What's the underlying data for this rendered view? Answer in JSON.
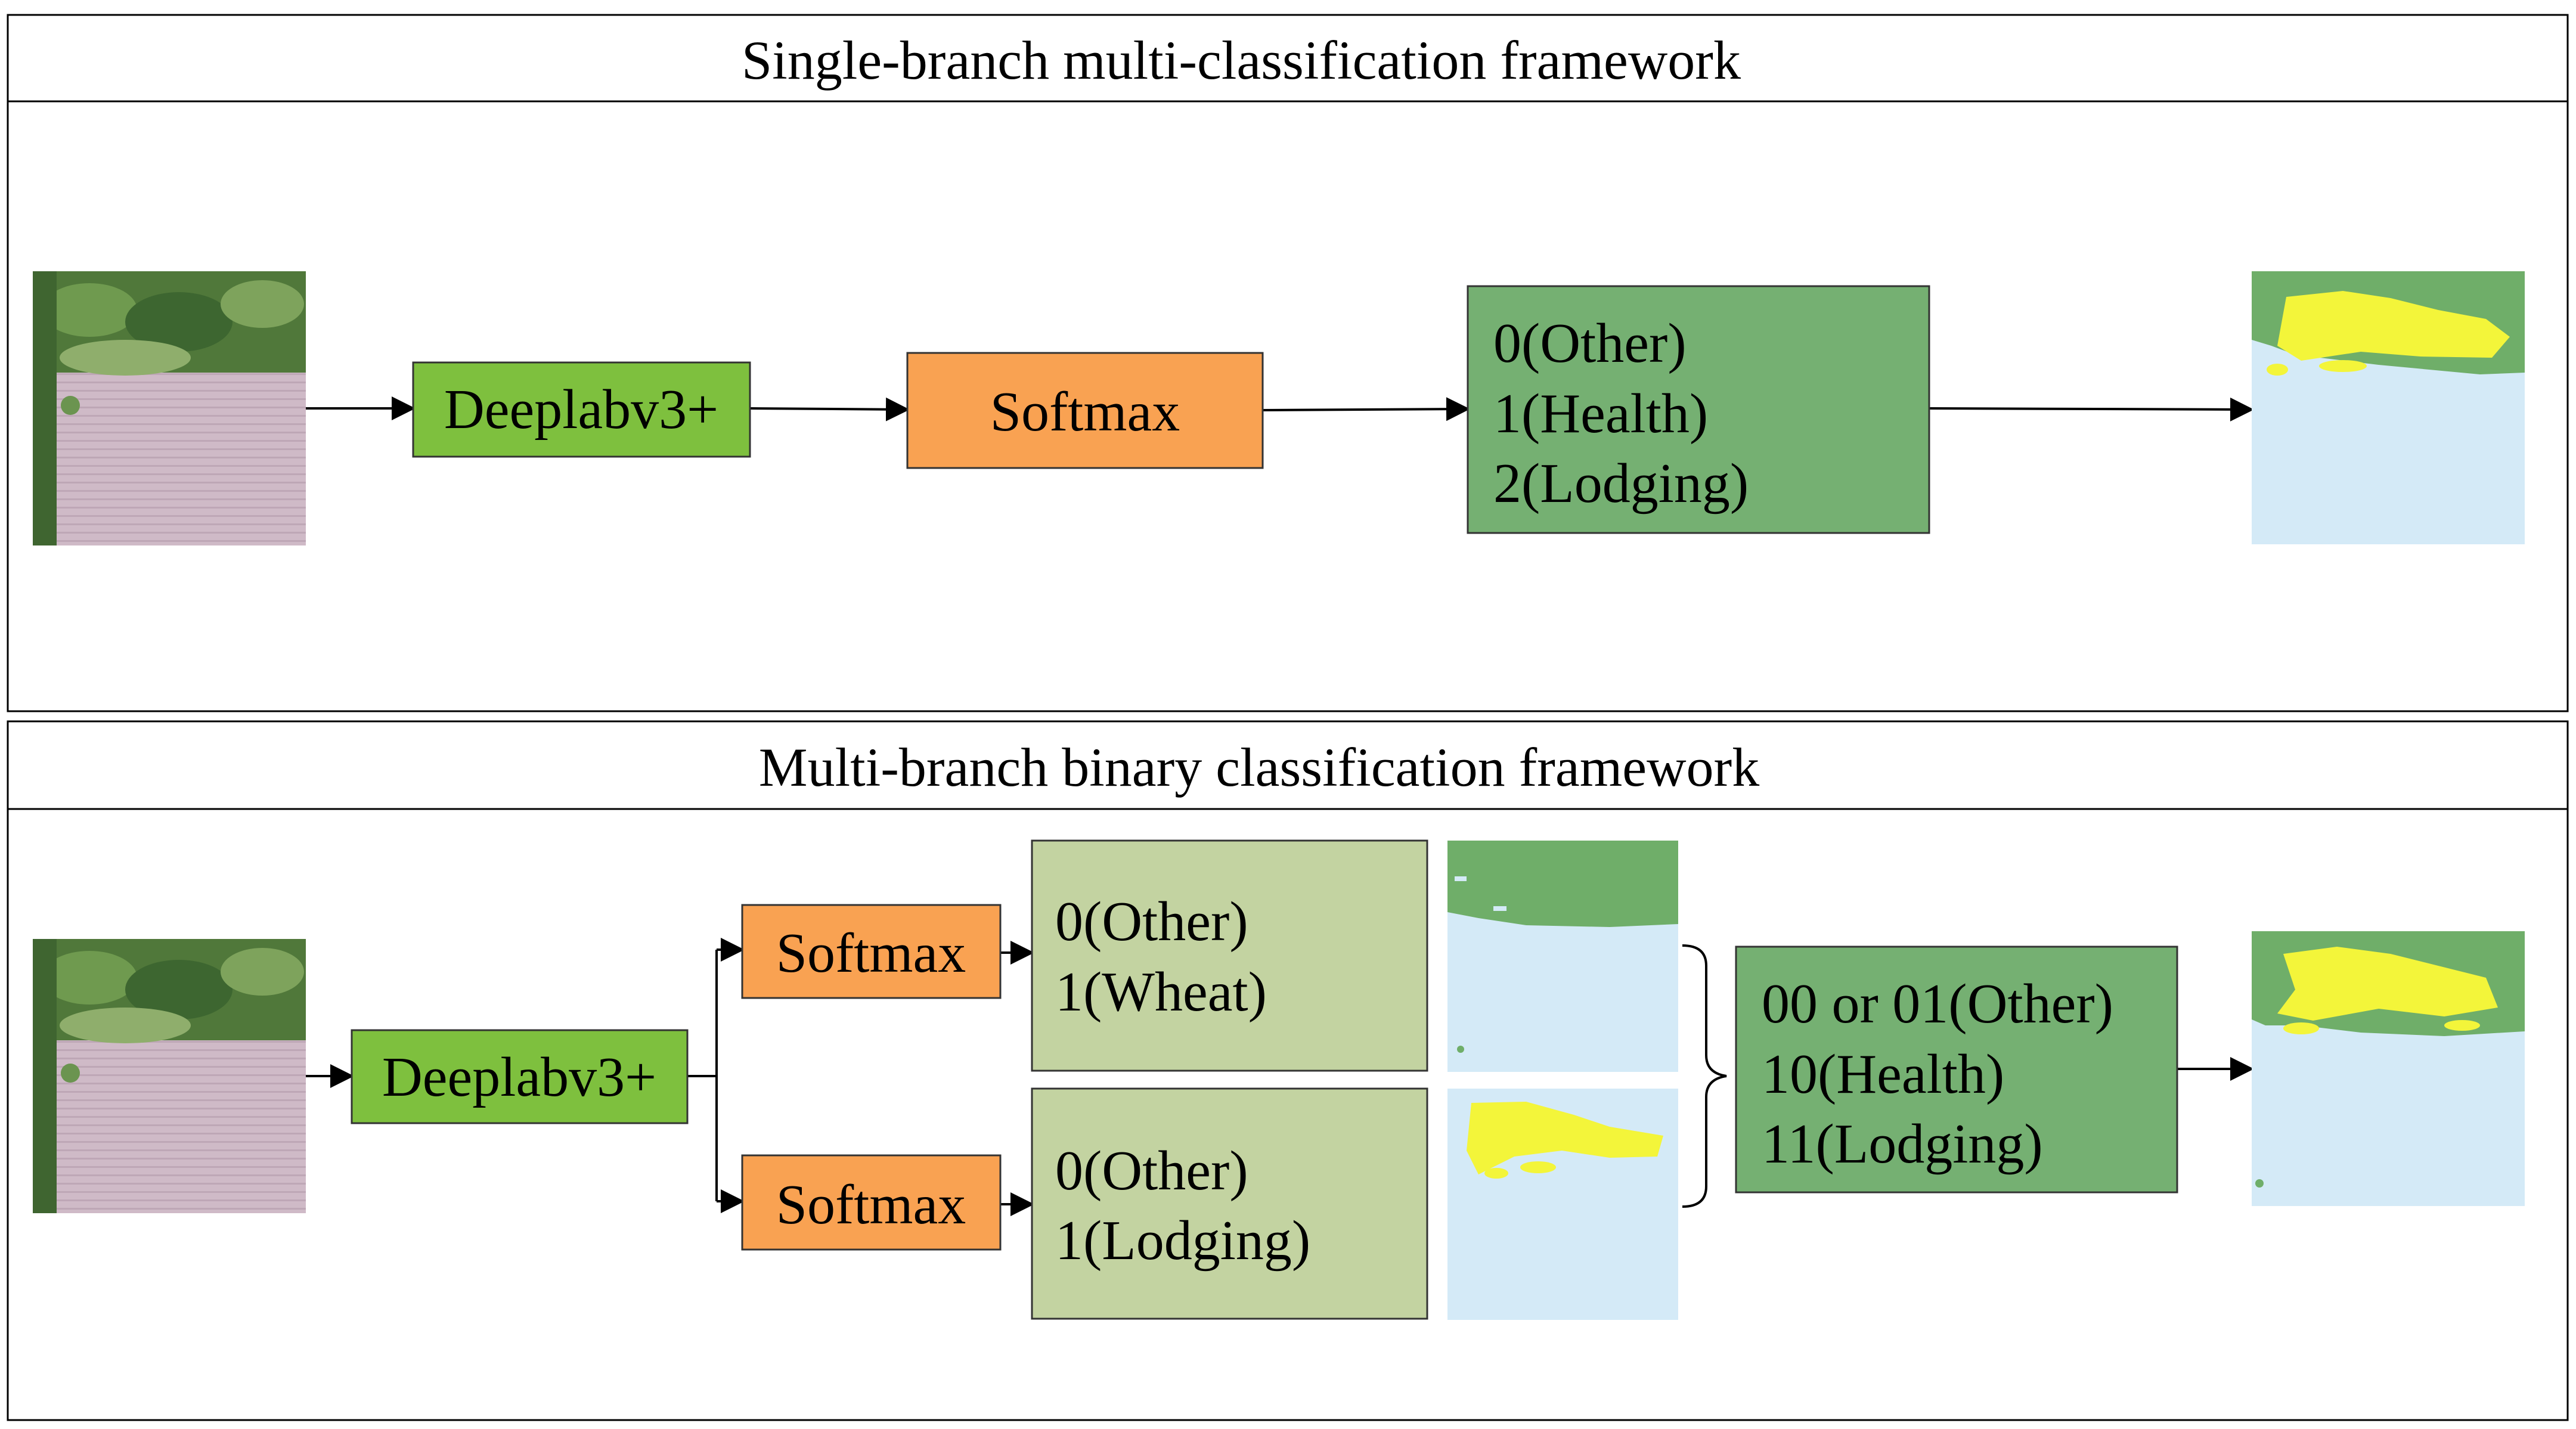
{
  "colors": {
    "deeplab_fill": "#7ec03e",
    "softmax_fill": "#f9a252",
    "class_fill_dark": "#75b072",
    "class_fill_light": "#c3d3a1",
    "mask_background": "#d4eaf7",
    "mask_wheat": "#6fae69",
    "mask_lodging": "#f3f53a",
    "field_soil": "#cdb8c6",
    "field_vegetation": "#4f7a3a",
    "border": "#333333"
  },
  "panels": {
    "top": {
      "title": "Single-branch multi-classification framework",
      "deeplab_label": "Deeplabv3+",
      "softmax_label": "Softmax",
      "classes": [
        "0(Other)",
        "1(Health)",
        "2(Lodging)"
      ]
    },
    "bottom": {
      "title": "Multi-branch binary classification framework",
      "deeplab_label": "Deeplabv3+",
      "softmax_upper_label": "Softmax",
      "softmax_lower_label": "Softmax",
      "wheat_classes": [
        "0(Other)",
        "1(Wheat)"
      ],
      "lodging_classes": [
        "0(Other)",
        "1(Lodging)"
      ],
      "combined_classes": [
        "00 or 01(Other)",
        "10(Health)",
        "11(Lodging)"
      ]
    }
  },
  "icons": [
    "uav-field-image",
    "segmentation-mask"
  ]
}
